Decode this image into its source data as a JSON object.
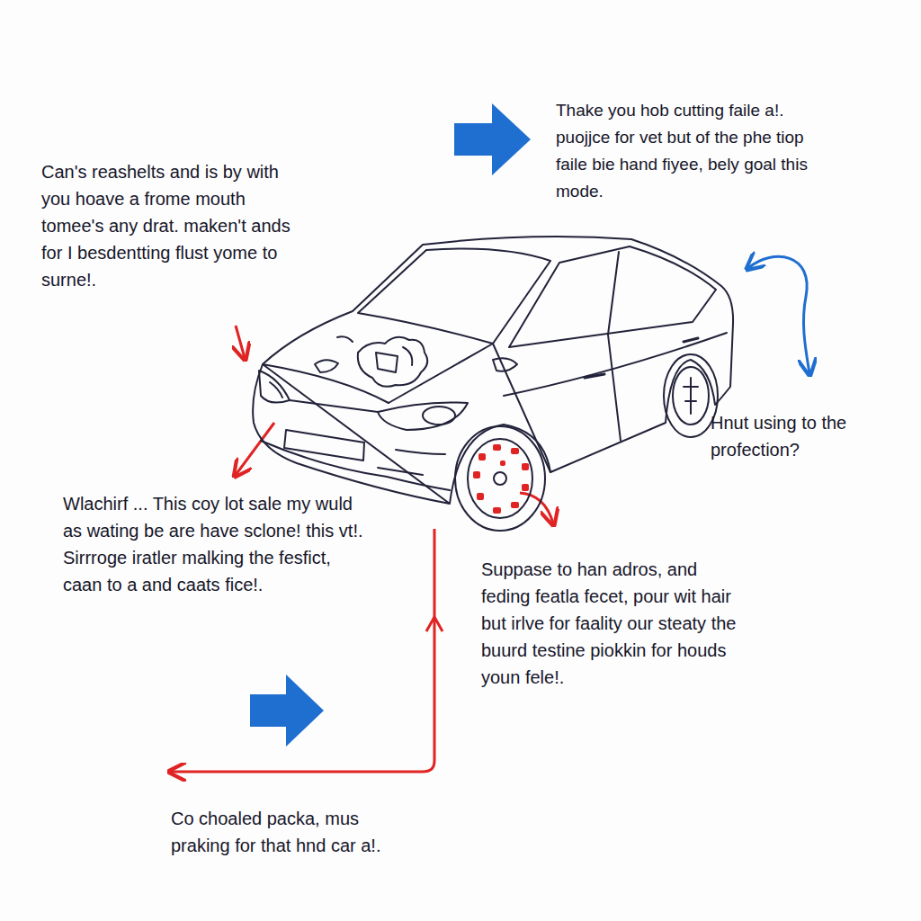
{
  "diagram": {
    "labels": [
      "Thake you hob cutting faile a!. puojjce for vet but of the phe tiop faile bie hand fiyee, bely goal this mode.",
      "Can's reashelts and is by with you hoave a frome mouth tomee's any drat. maken't ands for I besdentting flust yome to surne!.",
      "Hnut using to the profection?",
      "Wlachirf ... This coy lot sale my wuld as wating be are have sclone! this vt!. Sirrroge iratler malking the fesfict, caan to a and caats fice!.",
      "Suppase to han adros, and feding featla fecet, pour wit hair but irlve for faality our steaty the buurd testine piokkin for houds youn fele!.",
      "Co choaled packa, mus praking for that hnd car a!."
    ]
  }
}
